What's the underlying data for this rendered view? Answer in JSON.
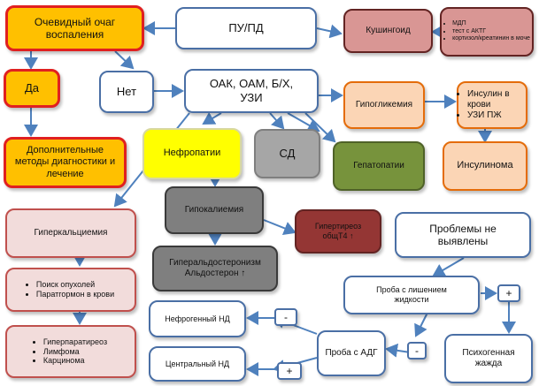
{
  "nodes": {
    "pu_pd": "ПУ/ПД",
    "focus": "Очевидный очаг воспаления",
    "yes": "Да",
    "no": "Нет",
    "extra": "Дополнительные методы диагностики и лечение",
    "tests": "ОАК, ОАМ, Б/Х, УЗИ",
    "cushing": "Кушингоид",
    "cushing_tests": [
      "МДП",
      "тест с АКТГ",
      "кортизол/креатинин в моче"
    ],
    "hypoglycemia": "Гипогликемия",
    "insulin_tests": [
      "Инсулин в крови",
      "УЗИ ПЖ"
    ],
    "insulinoma": "Инсулинома",
    "nephropathy": "Нефропатии",
    "sd": "СД",
    "hepatopathy": "Гепатопатии",
    "hypercalcemia": "Гиперкальциемия",
    "hc_tests": [
      "Поиск опухолей",
      "Паратгормон в крови"
    ],
    "hc_causes": [
      "Гиперпаратиреоз",
      "Лимфома",
      "Карцинома"
    ],
    "hypokalemia": "Гипокалиемия",
    "hyperthyreosis": "Гипертиреоз общТ4 ↑",
    "hyperaldo": "Гиперальдостеронизм Альдостерон ↑",
    "no_problems": "Проблемы не выявлены",
    "water_test": "Проба с лишением жидкости",
    "plus1": "+",
    "psychogenic": "Психогенная жажда",
    "adg_test": "Проба с АДГ",
    "minus1": "-",
    "minus2": "-",
    "plus2": "+",
    "nephro_nd": "Нефрогенный НД",
    "central_nd": "Центральный НД"
  },
  "colors": {
    "arrow": "#4f81bd",
    "border_blue": "#4a6fa5"
  }
}
